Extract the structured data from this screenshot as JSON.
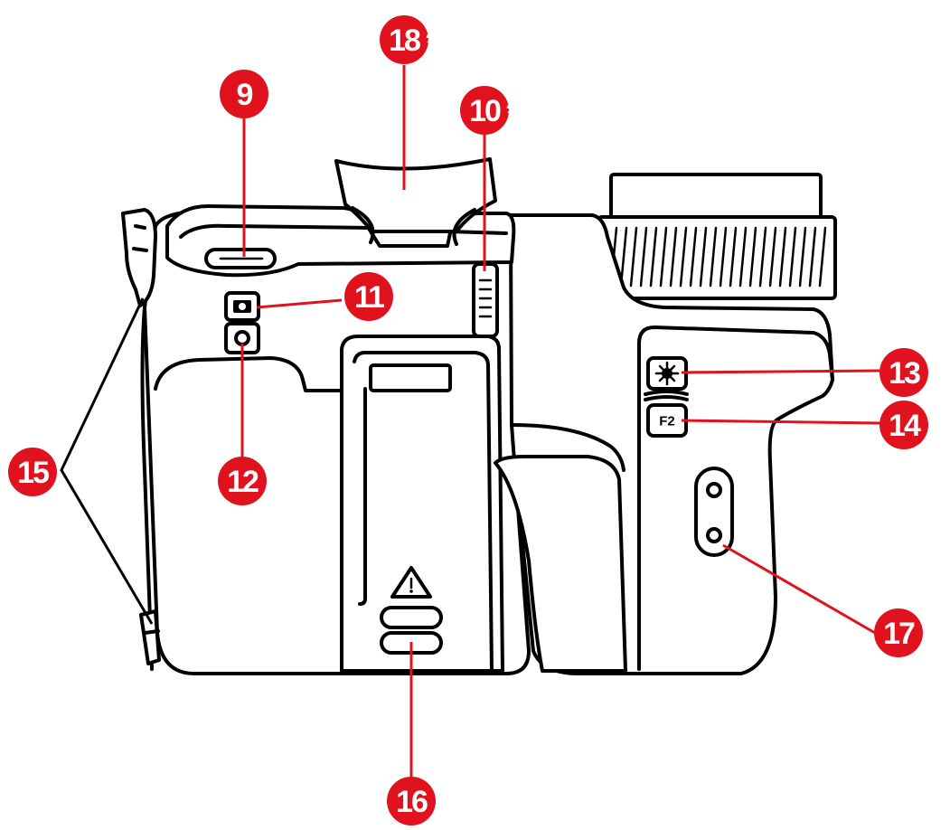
{
  "callouts": [
    {
      "id": "9",
      "label": "9",
      "asterisk": ""
    },
    {
      "id": "10",
      "label": "10",
      "asterisk": "*"
    },
    {
      "id": "11",
      "label": "11",
      "asterisk": ""
    },
    {
      "id": "12",
      "label": "12",
      "asterisk": ""
    },
    {
      "id": "13",
      "label": "13",
      "asterisk": ""
    },
    {
      "id": "14",
      "label": "14",
      "asterisk": ""
    },
    {
      "id": "15",
      "label": "15",
      "asterisk": ""
    },
    {
      "id": "16",
      "label": "16",
      "asterisk": ""
    },
    {
      "id": "17",
      "label": "17",
      "asterisk": ""
    },
    {
      "id": "18",
      "label": "18",
      "asterisk": "*"
    }
  ],
  "buttons": {
    "f2_label": "F2"
  },
  "colors": {
    "callout_red": "#e0121d",
    "outline": "#000000",
    "background": "#ffffff"
  },
  "icons": [
    "camera-icon",
    "record-icon",
    "brightness-icon",
    "warning-icon"
  ]
}
